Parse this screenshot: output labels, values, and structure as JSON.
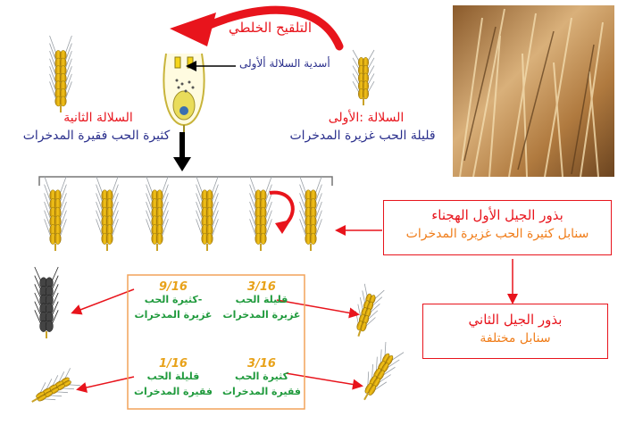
{
  "title_cross": "التلقيح الخلطي",
  "label_pollen": "أسدية السلالة ألأولى",
  "strain2": {
    "name": "السلالة الثانية",
    "desc": "كثيرة الحب فقيرة المدخرات"
  },
  "strain1": {
    "name": "السلالة :الأولى",
    "desc": "قليلة الحب غزيرة المدخرات"
  },
  "f1_box": {
    "title": "بذور الجيل الأول الهجناء",
    "desc": "سنابل كثيرة الحب غزيرة المدخرات"
  },
  "f2_box": {
    "title": "بذور الجيل الثاني",
    "desc": "سنابل مختلفة"
  },
  "f2_cells": [
    {
      "fraction": "9/16",
      "line1": "-كثيرة الحب",
      "line2": "غزيرة المدخرات"
    },
    {
      "fraction": "3/16",
      "line1": "قليلة الحب",
      "line2": "غزيرة المدخرات"
    },
    {
      "fraction": "1/16",
      "line1": "قليلة الحب",
      "line2": "فقيرة المدخرات"
    },
    {
      "fraction": "3/16",
      "line1": "كثيرة الحب",
      "line2": "فقيرة المدخرات"
    }
  ],
  "colors": {
    "red": "#e8141c",
    "blue": "#2a2f8c",
    "orange": "#f07d1a",
    "green": "#1f9a3c",
    "gold": "#e8a21a"
  }
}
